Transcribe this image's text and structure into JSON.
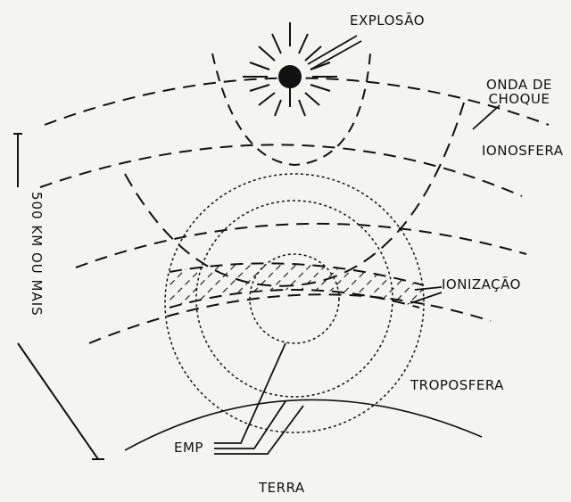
{
  "labels": {
    "explosion": "EXPLOSÃO",
    "shock_wave": "ONDA DE\nCHOQUE",
    "ionosphere": "IONOSFERA",
    "ionization": "IONIZAÇÃO",
    "troposphere": "TROPOSFERA",
    "emp": "EMP",
    "earth": "TERRA",
    "scale": "500 KM   OU   MAIS"
  },
  "colors": {
    "ink": "#111111",
    "paper": "#f4f4f2"
  }
}
